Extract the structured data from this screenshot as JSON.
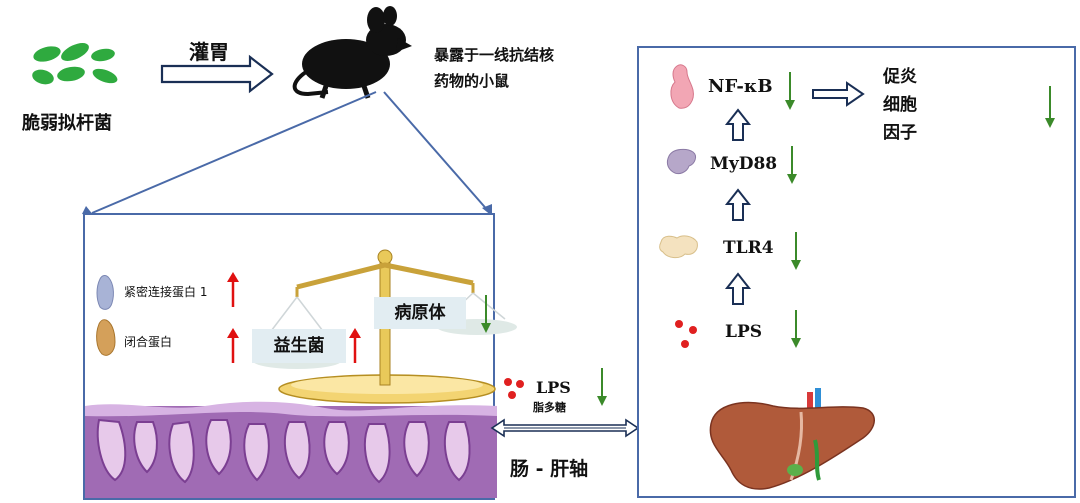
{
  "top": {
    "bacteria_label": "脆弱拟杆菌",
    "gavage_label": "灌胃",
    "mouse_label_line1": "暴露于一线抗结核",
    "mouse_label_line2": "药物的小鼠"
  },
  "gut_panel": {
    "zo1_label": "紧密连接蛋白 1",
    "occludin_label": "闭合蛋白",
    "probiotics_label": "益生菌",
    "pathogens_label": "病原体"
  },
  "middle": {
    "lps_label": "LPS",
    "lps_sublabel": "脂多糖",
    "axis_label": "肠 - 肝轴"
  },
  "liver_panel": {
    "nfkb_label": "NF-κB",
    "myd88_label": "MyD88",
    "tlr4_label": "TLR4",
    "lps_label": "LPS",
    "cytokine_line1": "促炎",
    "cytokine_line2": "细胞",
    "cytokine_line3": "因子"
  },
  "colors": {
    "frame": "#4a6aa8",
    "up_arrow": "#e01010",
    "down_arrow": "#3b8a2a",
    "bacteria": "#2faa3f",
    "lps_dot": "#e02020"
  }
}
